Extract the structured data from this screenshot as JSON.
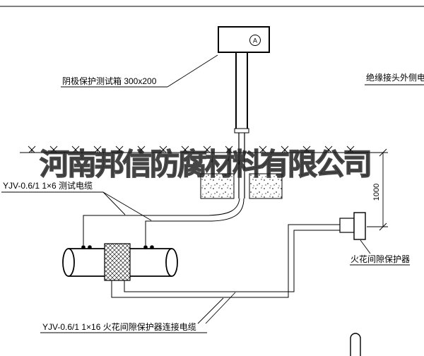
{
  "watermark": "河南邦信防腐材料有限公司",
  "labels": {
    "test_box": "阴极保护测试箱 300x200",
    "outer_cable": "绝缘接头外侧电缆",
    "test_cable": "YJV-0.6/1 1×6  测试电缆",
    "spark_gap": "火花间隙保护器",
    "connection_cable": "YJV-0.6/1 1×16  火花间隙保护器连接电缆"
  },
  "dimensions": {
    "ground_to_protector": "1000"
  },
  "markers": {
    "terminal": "A"
  },
  "colors": {
    "line": "#000000",
    "watermark_stroke": "#262626",
    "background": "#ffffff"
  }
}
